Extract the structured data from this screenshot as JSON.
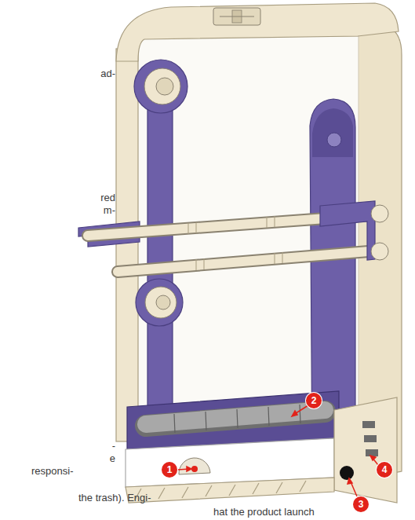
{
  "diagram": {
    "labels": [
      "ad-",
      "red",
      "m-",
      "-",
      "e",
      "responsi-",
      "the trash). Engi-",
      "hat the product launch",
      "1",
      "2",
      "3",
      "4"
    ]
  }
}
